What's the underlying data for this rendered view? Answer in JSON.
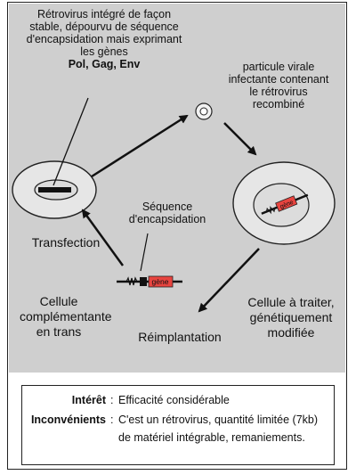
{
  "diagram": {
    "retrovirus_text": "Rétrovirus intégré de façon stable, dépourvu de séquence d'encapsidation mais exprimant les gènes",
    "retrovirus_genes": "Pol, Gag, Env",
    "particle_text": "particule virale infectante contenant le rétrovirus recombiné",
    "sequence_text": "Séquence d'encapsidation",
    "transfection_label": "Transfection",
    "complementing_cell_label": "Cellule complémentante en trans",
    "reimplantation_label": "Réimplantation",
    "target_cell_label": "Cellule à traiter, génétiquement modifiée",
    "gene_label_construct": "gène",
    "gene_label_cell": "gène"
  },
  "info": {
    "interet_label": "Intérêt",
    "interet_text": "Efficacité considérable",
    "inconvenients_label": "Inconvénients",
    "inconvenients_line1": "C'est un rétrovirus, quantité limitée (7kb)",
    "inconvenients_line2": "de matériel intégrable, remaniements.",
    "separator": ":"
  },
  "colors": {
    "panel": "#cfcfcf",
    "gene_box": "#e8443f"
  }
}
